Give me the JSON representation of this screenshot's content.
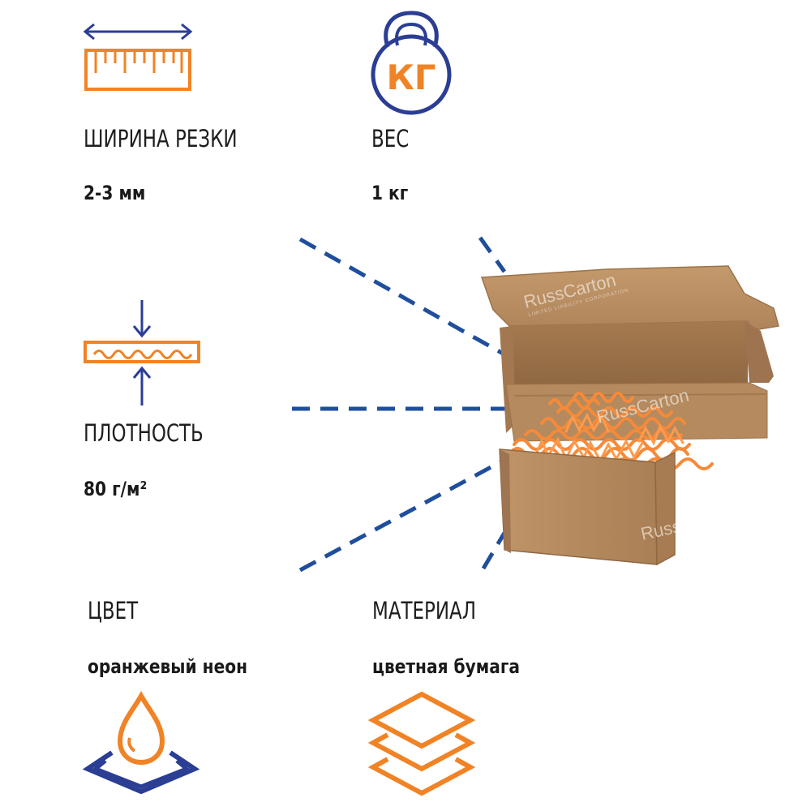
{
  "colors": {
    "orange": "#f08326",
    "blue": "#2b3e94",
    "dash_blue": "#1f4e9c",
    "kraft": "#b6885a"
  },
  "icons": {
    "width": "ruler-arrow-icon",
    "weight": "kettlebell-icon",
    "density": "compressed-paper-icon",
    "color": "droplet-layers-icon",
    "material": "stacked-layers-icon"
  },
  "width_feature": {
    "label": "ШИРИНА РЕЗКИ",
    "value": "2-3 мм"
  },
  "weight_feature": {
    "label": "ВЕС",
    "value": "1 кг",
    "icon_text": "КГ"
  },
  "density_feature": {
    "label": "ПЛОТНОСТЬ",
    "value": "80 г/м²"
  },
  "color_feature": {
    "label": "ЦВЕТ",
    "value": "оранжевый неон"
  },
  "material_feature": {
    "label": "МАТЕРИАЛ",
    "value": "цветная бумага"
  },
  "watermark": {
    "brand": "RussCarton",
    "tagline": "LIMITED LIABILITY CORPORATION"
  }
}
